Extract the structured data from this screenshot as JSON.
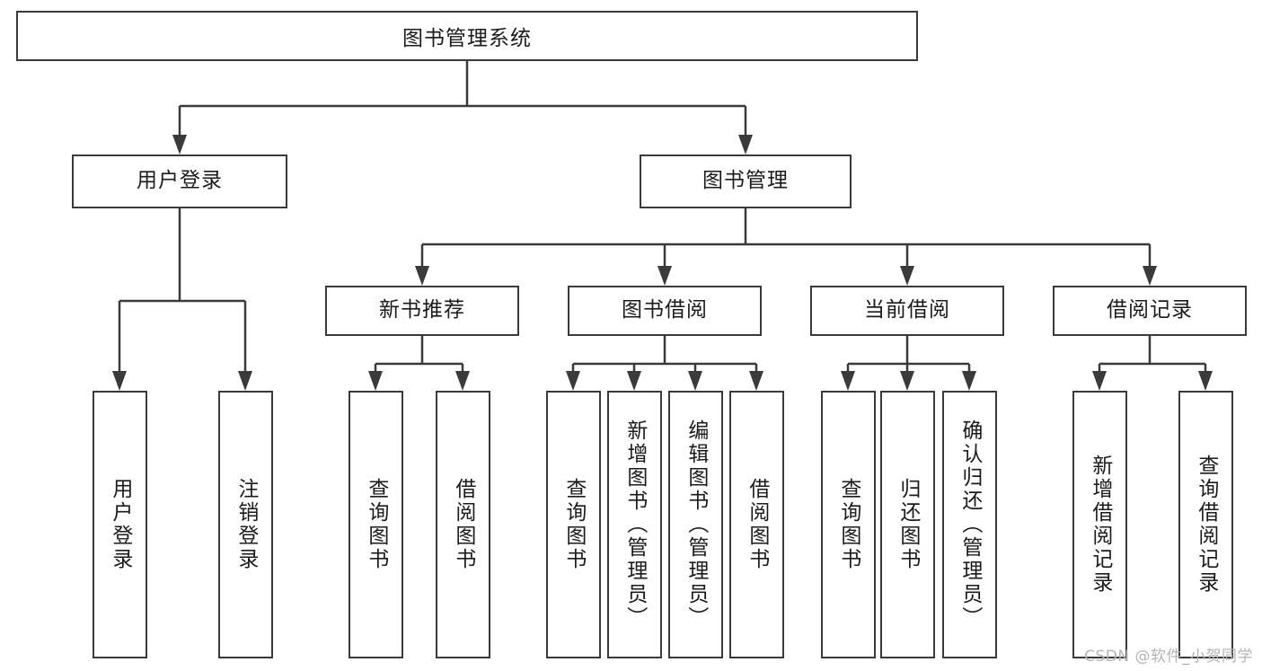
{
  "diagram": {
    "type": "tree",
    "title": "图书管理系统",
    "root": {
      "label": "图书管理系统"
    },
    "level2": [
      {
        "label": "用户登录"
      },
      {
        "label": "图书管理"
      }
    ],
    "level3": [
      {
        "label": "新书推荐"
      },
      {
        "label": "图书借阅"
      },
      {
        "label": "当前借阅"
      },
      {
        "label": "借阅记录"
      }
    ],
    "leaves": {
      "user_login": [
        {
          "label": "用户登录"
        },
        {
          "label": "注销登录"
        }
      ],
      "new_book_recommend": [
        {
          "label": "查询图书"
        },
        {
          "label": "借阅图书"
        }
      ],
      "book_borrow": [
        {
          "label": "查询图书"
        },
        {
          "label": "新增图书（管理员）"
        },
        {
          "label": "编辑图书（管理员）"
        },
        {
          "label": "借阅图书"
        }
      ],
      "current_borrow": [
        {
          "label": "查询图书"
        },
        {
          "label": "归还图书"
        },
        {
          "label": "确认归还（管理员）"
        }
      ],
      "borrow_record": [
        {
          "label": "新增借阅记录"
        },
        {
          "label": "查询借阅记录"
        }
      ]
    }
  },
  "watermark": {
    "text": "CSDN @软件_小贺同学"
  },
  "colors": {
    "stroke": "#3a3a3a",
    "text": "#1b1b1b",
    "background": "#ffffff",
    "watermark": "#b4b4b4"
  }
}
